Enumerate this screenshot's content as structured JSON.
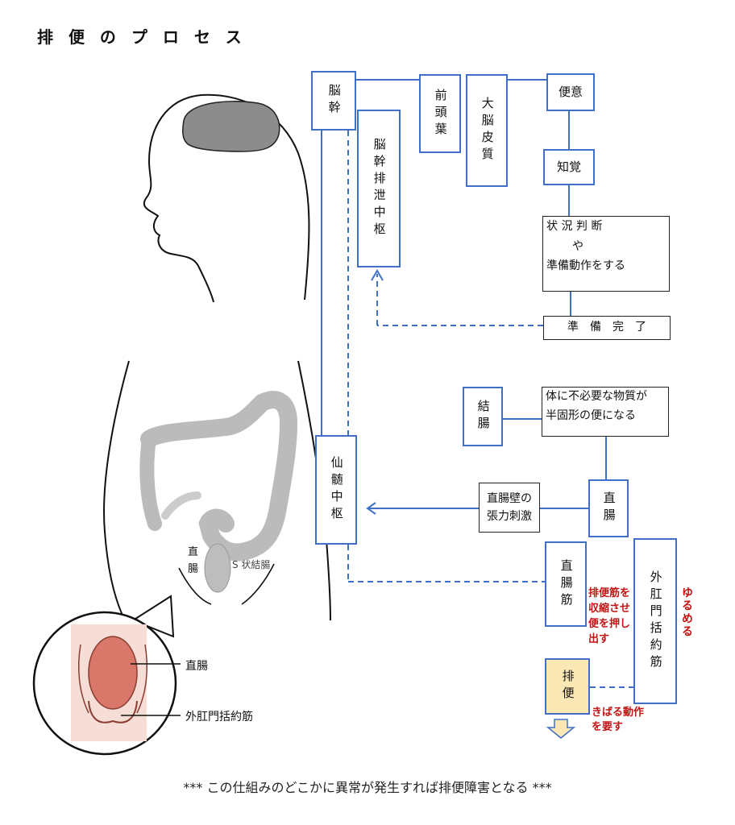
{
  "title": "排 便 の プ ロ セ ス",
  "boxes": {
    "nokan": "脳幹",
    "nokan_haisetsu": "脳幹排泄中枢",
    "zento": "前頭葉",
    "daino": "大脳皮質",
    "beni": "便意",
    "chikaku": "知覚",
    "jokyo_line1": "状 況 判 断",
    "jokyo_line2": "や",
    "jokyo_line3": "準備動作をする",
    "junbi": "準　備　完　了",
    "ketcho": "結腸",
    "karada_line1": "体に不必要な物質が",
    "karada_line2": "半固形の便になる",
    "senzui": "仙髄中枢",
    "chokuchoheki_line1": "直腸壁の",
    "chokuchoheki_line2": "張力刺激",
    "chokucho": "直腸",
    "chokucho_kin": "直腸筋",
    "gaikomon": "外肛門括約筋",
    "haiben": "排便"
  },
  "red_notes": {
    "haiben_line1": "排便筋を",
    "haiben_line2": "収縮させ",
    "haiben_line3": "便を押し",
    "haiben_line4": "出す",
    "yurumeru": "ゆるめる",
    "kibaru_line1": "きばる動作",
    "kibaru_line2": "を要す"
  },
  "body_labels": {
    "rectum_small_line1": "直",
    "rectum_small_line2": "腸",
    "sigmoid": "S 状結腸",
    "inset_rectum": "直腸",
    "inset_sphincter": "外肛門括約筋"
  },
  "footer": "*** この仕組みのどこかに異常が発生すれば排便障害となる ***",
  "colors": {
    "box_border": "#3f6fc6",
    "red_text": "#c21414",
    "haiben_fill": "#fbe8b5",
    "brain_fill": "#8c8c8c",
    "colon_fill": "#d9d9d9",
    "inset_fill": "#f6ddd6",
    "rectum_fill": "#d9776a"
  }
}
